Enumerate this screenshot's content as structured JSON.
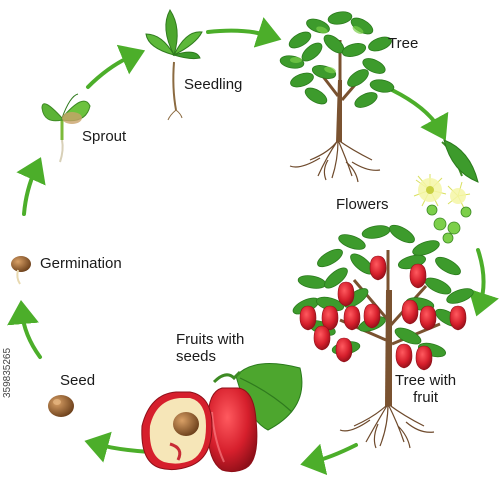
{
  "labels": {
    "tree": "Tree",
    "seedling": "Seedling",
    "sprout": "Sprout",
    "flowers": "Flowers",
    "germination": "Germination",
    "fruits_line1": "Fruits with",
    "fruits_line2": "seeds",
    "seed": "Seed",
    "tree_fruit_line1": "Tree with",
    "tree_fruit_line2": "fruit"
  },
  "watermark": "359835265",
  "colors": {
    "arrow": "#4cae2a",
    "leaf": "#3d9b2c",
    "leaf_light": "#7cd04a",
    "trunk": "#7a5230",
    "root": "#6e4a2c",
    "fruit": "#d61f2c",
    "flower": "#f4f6a6",
    "seed": "#8b5a2b",
    "text": "#1a1a1a"
  }
}
